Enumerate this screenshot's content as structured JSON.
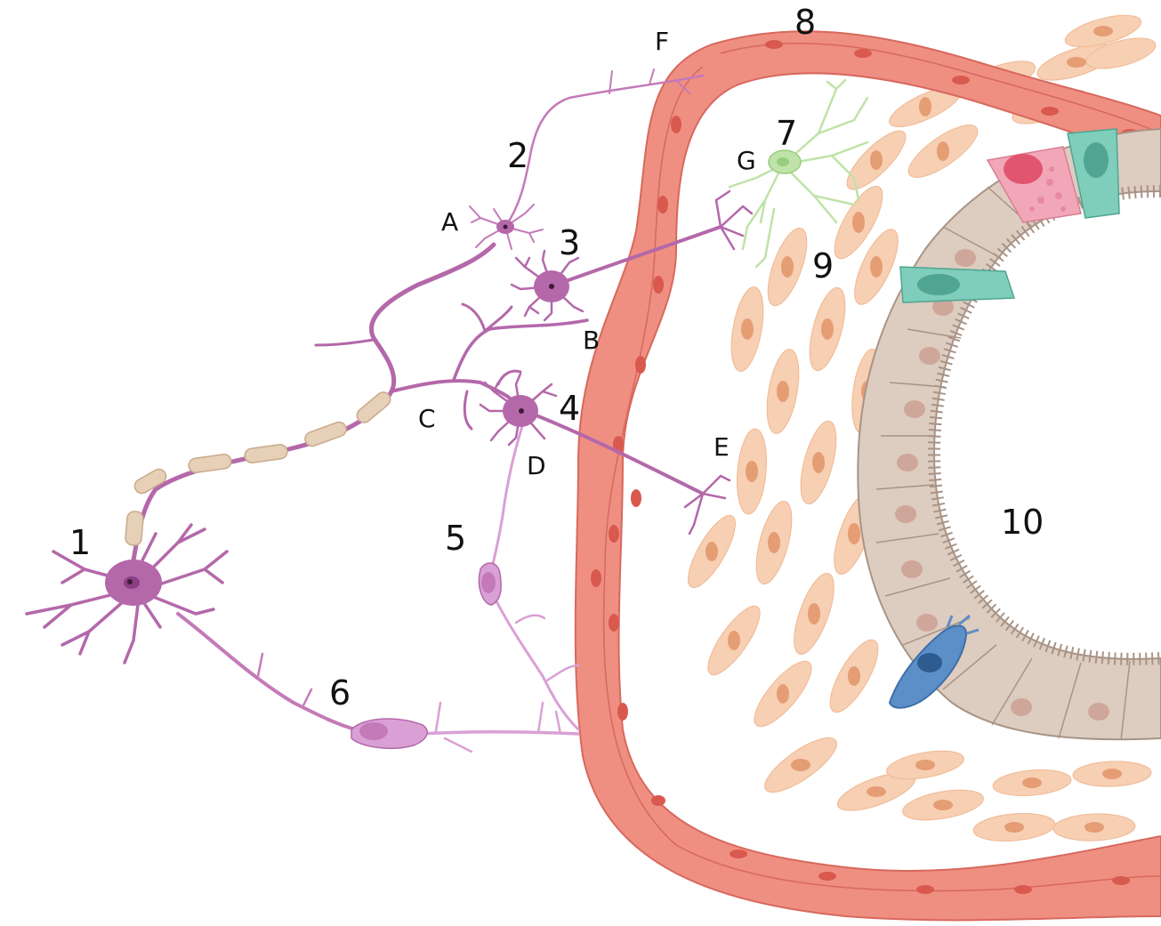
{
  "labels": {
    "n1": "1",
    "n2": "2",
    "n3": "3",
    "n4": "4",
    "n5": "5",
    "n6": "6",
    "n7": "7",
    "n8": "8",
    "n9": "9",
    "n10": "10",
    "A": "A",
    "B": "B",
    "C": "C",
    "D": "D",
    "E": "E",
    "F": "F",
    "G": "G"
  },
  "colors": {
    "neuron": "#b468aa",
    "neuron_light": "#d9a0d6",
    "myelin": "#e6d0b8",
    "glia": "#bfe3a8",
    "muscle_outer": "#ee8f82",
    "muscle_nucleus": "#d9594f",
    "smooth_muscle": "#f7cfb3",
    "smooth_nucleus": "#e59d74",
    "epithelium": "#ddccc0",
    "epithelium_nucleus": "#cfa79a",
    "goblet": "#f2a7b8",
    "enteroendocrine": "#7fcdbb",
    "immune_cell": "#5c8fc8"
  }
}
